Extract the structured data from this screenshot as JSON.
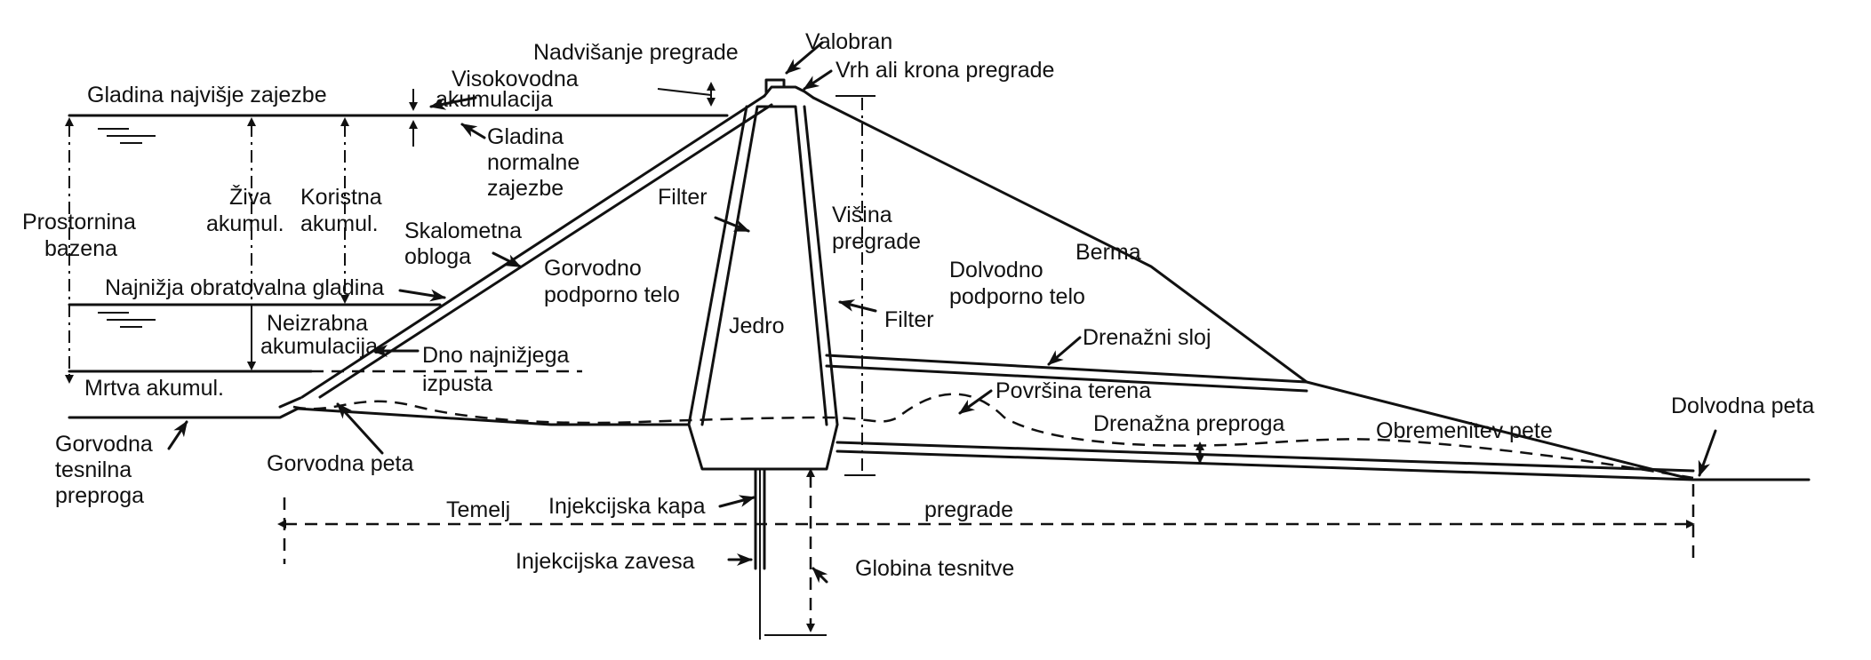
{
  "labels": {
    "valobran": "Valobran",
    "nadvisanje": "Nadvišanje pregrade",
    "vrh": "Vrh ali krona pregrade",
    "gladina_najvisje": "Gladina najvišje zajezbe",
    "visokovodna_1": "Visokovodna",
    "visokovodna_2": "akumulacija",
    "gladina_normalne_1": "Gladina",
    "gladina_normalne_2": "normalne",
    "gladina_normalne_3": "zajezbe",
    "prostornina_1": "Prostornina",
    "prostornina_2": "bazena",
    "ziva_1": "Živa",
    "ziva_2": "akumul.",
    "koristna_1": "Koristna",
    "koristna_2": "akumul.",
    "filter_upper": "Filter",
    "visina_1": "Višina",
    "visina_2": "pregrade",
    "berma": "Berma",
    "skalometna_1": "Skalometna",
    "skalometna_2": "obloga",
    "gorvodno_telo_1": "Gorvodno",
    "gorvodno_telo_2": "podporno telo",
    "dolvodno_telo_1": "Dolvodno",
    "dolvodno_telo_2": "podporno telo",
    "najnizja": "Najnižja obratovalna gladina",
    "jedro": "Jedro",
    "filter_lower": "Filter",
    "neizrabna_1": "Neizrabna",
    "neizrabna_2": "akumulacija",
    "dno_1": "Dno najnižjega",
    "dno_2": "izpusta",
    "drenazni_sloj": "Drenažni sloj",
    "mrtva": "Mrtva akumul.",
    "povrsina": "Površina terena",
    "drenazna_preproga": "Drenažna preproga",
    "obremenitev": "Obremenitev pete",
    "dolvodna_peta": "Dolvodna peta",
    "gorvodna_tesnilna_1": "Gorvodna",
    "gorvodna_tesnilna_2": "tesnilna",
    "gorvodna_tesnilna_3": "preproga",
    "gorvodna_peta": "Gorvodna peta",
    "temelj": "Temelj",
    "injekcijska_kapa": "Injekcijska kapa",
    "pregrade_bottom": "pregrade",
    "injekcijska_zavesa": "Injekcijska zavesa",
    "globina": "Globina tesnitve"
  }
}
